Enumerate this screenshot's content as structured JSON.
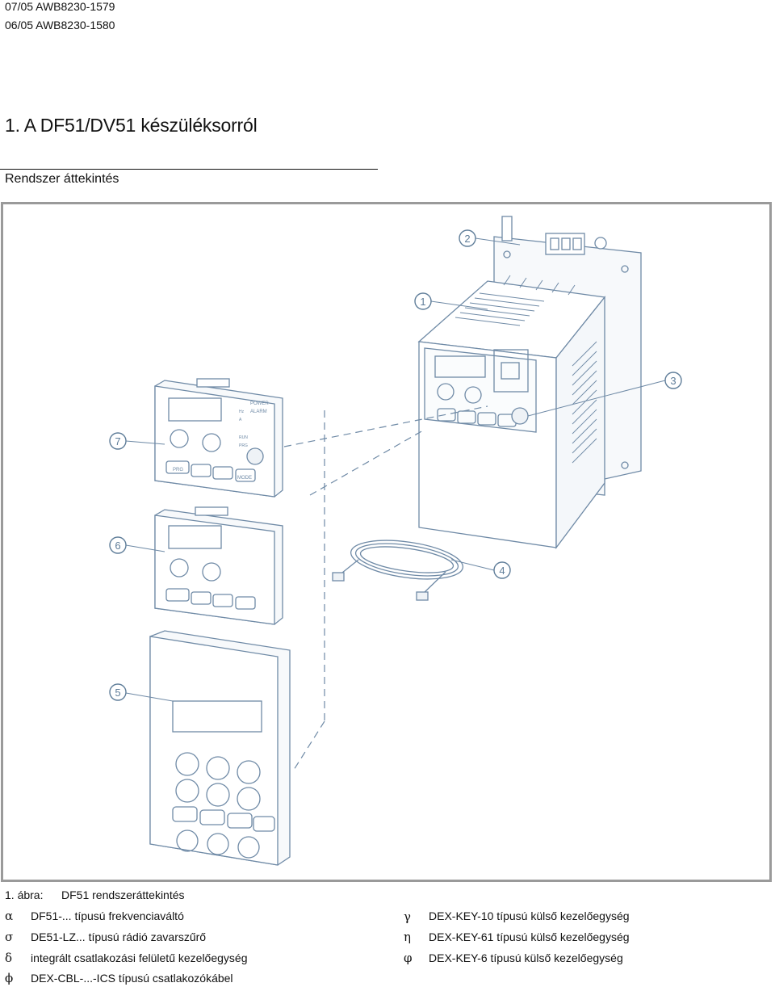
{
  "header": {
    "doc_code_1": "07/05 AWB8230-1579",
    "doc_code_2": "06/05 AWB8230-1580"
  },
  "title": "1. A DF51/DV51 készüléksorról",
  "section_heading": "Rendszer áttekintés",
  "figure": {
    "callouts": [
      "1",
      "2",
      "3",
      "4",
      "5",
      "6",
      "7"
    ],
    "keypad_labels": {
      "prg": "PRG",
      "mode": "MODE",
      "power": "POWER",
      "alarm": "ALARM",
      "hz": "Hz",
      "a": "A",
      "run": "RUN",
      "prg_small": "PRG"
    }
  },
  "caption": {
    "label": "1. ábra:",
    "text": "DF51 rendszeráttekintés"
  },
  "legend": {
    "left": [
      {
        "symbol": "α",
        "text": "DF51-... típusú frekvenciaváltó"
      },
      {
        "symbol": "σ",
        "text": "DE51-LZ... típusú  rádió zavarszűrő"
      },
      {
        "symbol": "δ",
        "text": "integrált csatlakozási felületű kezelőegység"
      },
      {
        "symbol": "ϕ",
        "text": "DEX-CBL-...-ICS típusú csatlakozókábel"
      }
    ],
    "right": [
      {
        "symbol": "γ",
        "text": "DEX-KEY-10 típusú külső kezelőegység"
      },
      {
        "symbol": "η",
        "text": "DEX-KEY-61 típusú külső kezelőegység"
      },
      {
        "symbol": "φ",
        "text": "DEX-KEY-6 típusú külső kezelőegység"
      }
    ]
  }
}
